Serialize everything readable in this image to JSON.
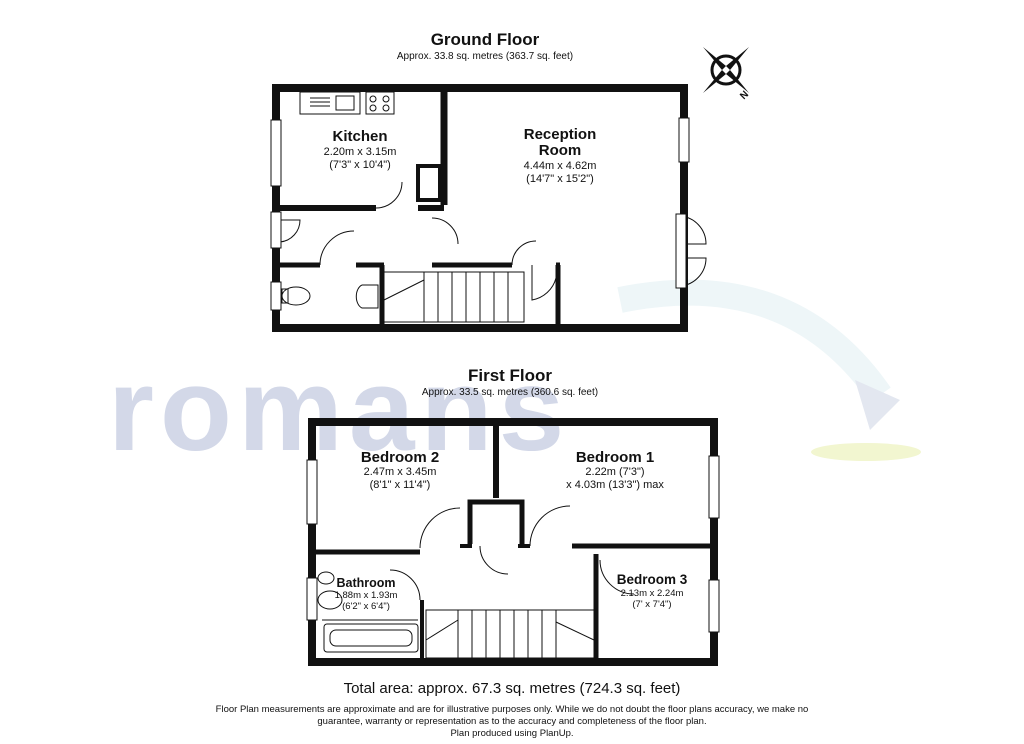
{
  "watermark": {
    "text": "romans"
  },
  "compass": {
    "label": "N"
  },
  "ground_floor": {
    "title": "Ground Floor",
    "area": "Approx. 33.8 sq. metres (363.7 sq. feet)",
    "rooms": {
      "kitchen": {
        "name": "Kitchen",
        "dim_m": "2.20m x 3.15m",
        "dim_ft": "(7'3\" x 10'4\")"
      },
      "reception": {
        "name_line1": "Reception",
        "name_line2": "Room",
        "dim_m": "4.44m x 4.62m",
        "dim_ft": "(14'7\" x 15'2\")"
      }
    }
  },
  "first_floor": {
    "title": "First Floor",
    "area": "Approx. 33.5 sq. metres (360.6 sq. feet)",
    "rooms": {
      "bedroom2": {
        "name": "Bedroom 2",
        "dim_m": "2.47m x 3.45m",
        "dim_ft": "(8'1\" x 11'4\")"
      },
      "bedroom1": {
        "name": "Bedroom 1",
        "dim_m": "2.22m (7'3\")",
        "dim_ft": "x 4.03m (13'3\") max"
      },
      "bathroom": {
        "name": "Bathroom",
        "dim_m": "1.88m x 1.93m",
        "dim_ft": "(6'2\" x 6'4\")"
      },
      "bedroom3": {
        "name": "Bedroom 3",
        "dim_m": "2.13m x 2.24m",
        "dim_ft": "(7' x 7'4\")"
      }
    }
  },
  "total_area": "Total area: approx. 67.3 sq. metres (724.3 sq. feet)",
  "disclaimer": {
    "line1": "Floor Plan measurements are approximate and are for illustrative purposes only. While we do not doubt the floor plans accuracy, we make no",
    "line2": "guarantee, warranty or representation as to the accuracy and completeness of the floor plan.",
    "line3": "Plan produced using PlanUp."
  },
  "colors": {
    "wall": "#111111",
    "watermark": "#c9cfe3",
    "watermark_accent": "#eef3c4",
    "window": "#ffffff"
  }
}
